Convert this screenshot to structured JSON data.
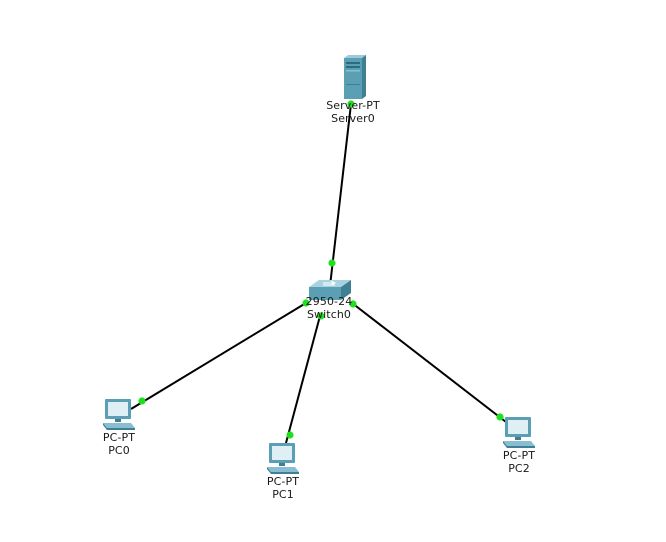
{
  "devices": {
    "server0": {
      "model": "Server-PT",
      "name": "Server0",
      "icon": "server-icon"
    },
    "switch0": {
      "model": "2950-24",
      "name": "Switch0",
      "icon": "switch-icon"
    },
    "pc0": {
      "model": "PC-PT",
      "name": "PC0",
      "icon": "pc-icon"
    },
    "pc1": {
      "model": "PC-PT",
      "name": "PC1",
      "icon": "pc-icon"
    },
    "pc2": {
      "model": "PC-PT",
      "name": "PC2",
      "icon": "pc-icon"
    }
  },
  "links": [
    {
      "from": "server0",
      "to": "switch0",
      "status": "up"
    },
    {
      "from": "switch0",
      "to": "pc0",
      "status": "up"
    },
    {
      "from": "switch0",
      "to": "pc1",
      "status": "up"
    },
    {
      "from": "switch0",
      "to": "pc2",
      "status": "up"
    }
  ],
  "colors": {
    "link": "#000000",
    "link_up": "#1fe01f",
    "device_body": "#5b9fb5",
    "label_text": "#1a1a1a"
  }
}
